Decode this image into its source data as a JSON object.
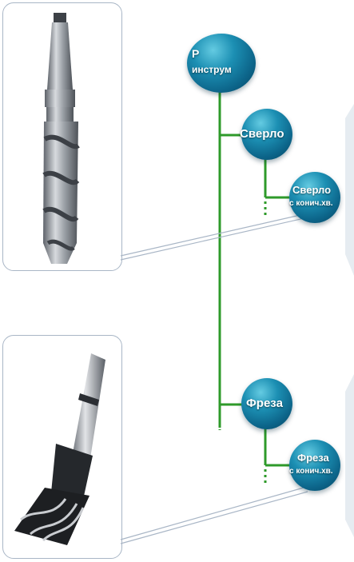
{
  "nodes": {
    "root": {
      "line1": "Р",
      "line2": "инструм"
    },
    "drill": {
      "label": "Сверло"
    },
    "drill_taper": {
      "line1": "Сверло",
      "line2": "с конич.хв."
    },
    "mill": {
      "label": "Фреза"
    },
    "mill_taper": {
      "line1": "Фреза",
      "line2": "с конич.хв."
    }
  },
  "colors": {
    "connector": "#2e9a2a",
    "node": "#0c6489",
    "frame": "#a9b6c6"
  }
}
